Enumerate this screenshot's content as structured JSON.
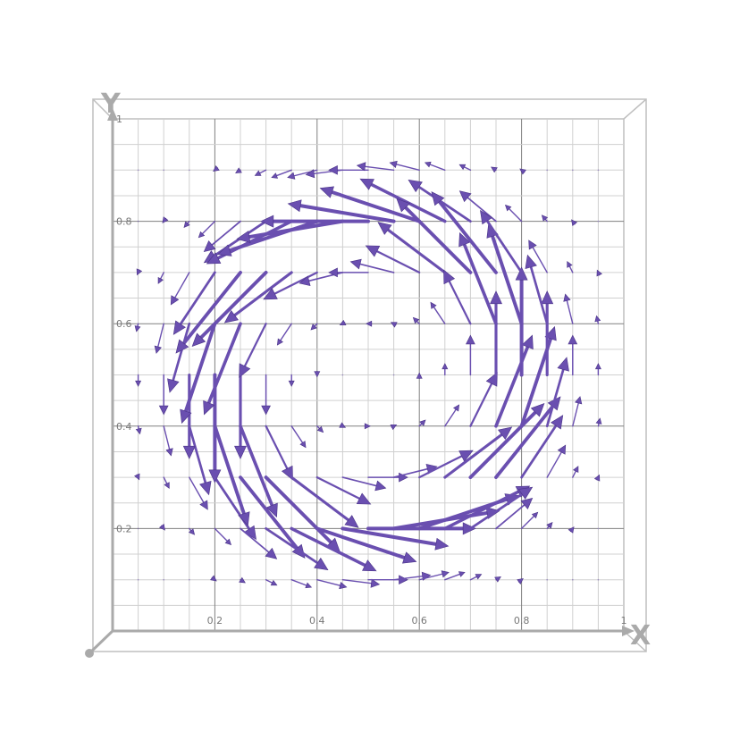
{
  "chart_data": {
    "type": "quiver",
    "title": "",
    "xlabel": "X",
    "ylabel": "Y",
    "xlim": [
      0,
      1
    ],
    "ylim": [
      0,
      1
    ],
    "xticks": [
      {
        "value": 0.2,
        "label": "0.2"
      },
      {
        "value": 0.4,
        "label": "0.4"
      },
      {
        "value": 0.6,
        "label": "0.6"
      },
      {
        "value": 0.8,
        "label": "0.8"
      },
      {
        "value": 1,
        "label": "1"
      }
    ],
    "yticks": [
      {
        "value": 0.2,
        "label": "0.2"
      },
      {
        "value": 0.4,
        "label": "0.4"
      },
      {
        "value": 0.6,
        "label": "0.6"
      },
      {
        "value": 0.8,
        "label": "0.8"
      },
      {
        "value": 1,
        "label": "1"
      }
    ],
    "grid": true,
    "grid_minor_step": 0.05,
    "grid_major_step": 0.2,
    "field": {
      "description_of_visible_pattern": "counter-clockwise rotational vector field centered near (0.5, 0.5); longest arrows near radius 0.3",
      "x_samples": [
        0.05,
        0.1,
        0.15,
        0.2,
        0.25,
        0.3,
        0.35,
        0.4,
        0.45,
        0.5,
        0.55,
        0.6,
        0.65,
        0.7,
        0.75,
        0.8,
        0.85,
        0.9,
        0.95
      ],
      "y_samples": [
        0.1,
        0.2,
        0.3,
        0.4,
        0.5,
        0.6,
        0.7,
        0.8,
        0.9
      ],
      "center": [
        0.5,
        0.5
      ],
      "peak_radius": 0.3,
      "peak_length": 0.21
    },
    "colors": {
      "arrow": "#6a4fb0",
      "arrow_dark": "#4b3488",
      "grid_minor": "#d0d0d0",
      "grid_major": "#808080",
      "axis": "#aaaaaa",
      "frame": "#bfbfbf"
    }
  }
}
